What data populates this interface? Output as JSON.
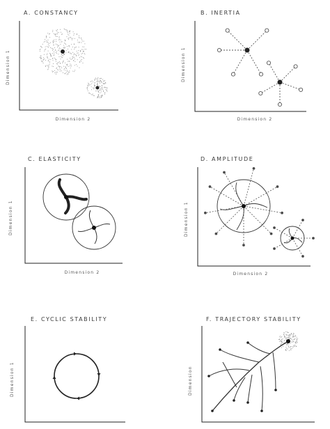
{
  "panels": [
    {
      "id": "a",
      "title": "A. CONSTANCY",
      "ylabel": "Dimension 1",
      "xlabel": "Dimension 2"
    },
    {
      "id": "b",
      "title": "B. INERTIA",
      "ylabel": "Dimension 1",
      "xlabel": "Dimension 2"
    },
    {
      "id": "c",
      "title": "C. ELASTICITY",
      "ylabel": "Dimension 1",
      "xlabel": "Dimension 2"
    },
    {
      "id": "d",
      "title": "D. AMPLITUDE",
      "ylabel": "Dimension 1",
      "xlabel": "Dimension 2"
    },
    {
      "id": "e",
      "title": "E. CYCLIC STABILITY",
      "ylabel": "Dimension 1",
      "xlabel": ""
    },
    {
      "id": "f",
      "title": "F. TRAJECTORY STABILITY",
      "ylabel": "Dimension",
      "xlabel": ""
    }
  ]
}
